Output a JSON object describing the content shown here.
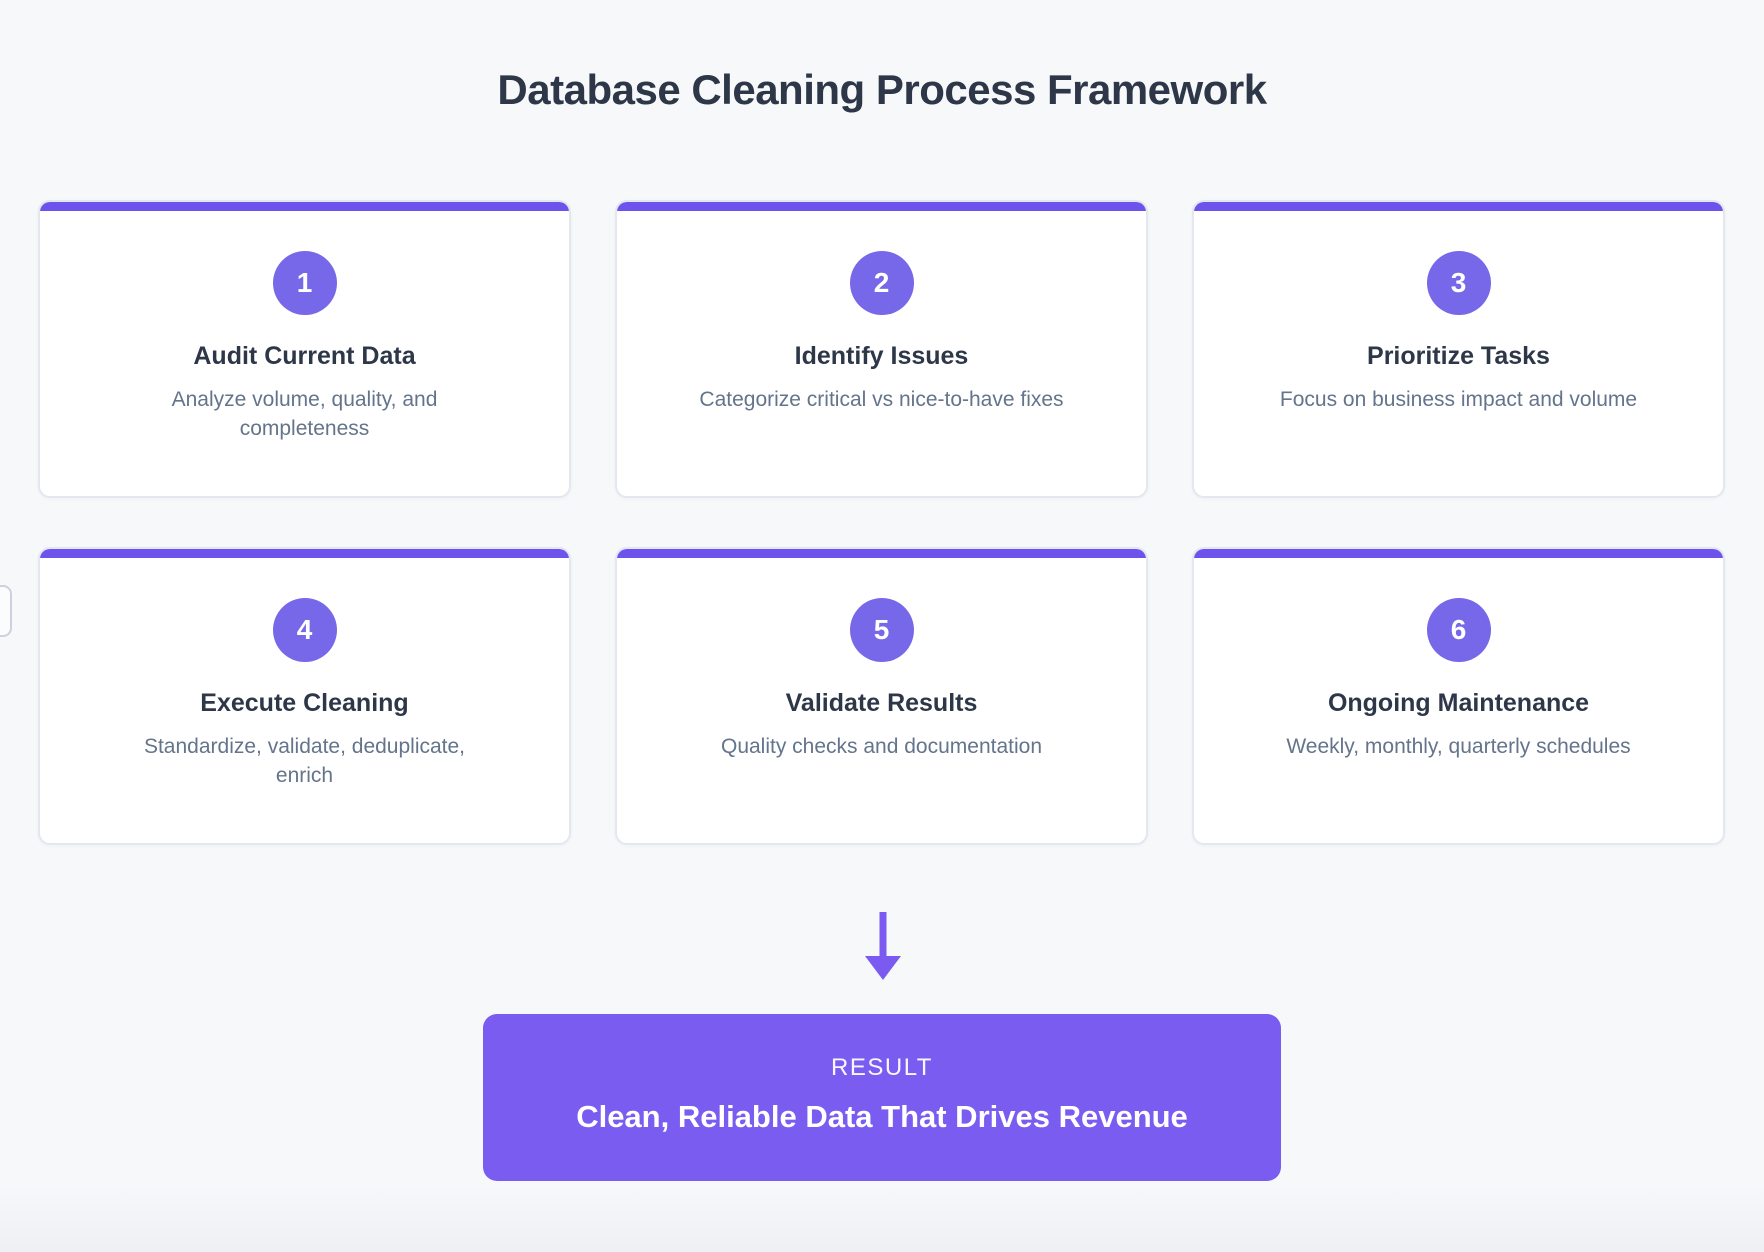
{
  "page": {
    "title": "Database Cleaning Process Framework"
  },
  "colors": {
    "background": "#f7f8fa",
    "card_border": "#e3e7f0",
    "accent_bar_purple": "#6e52ec",
    "circle_purple": "#7668e8",
    "result_purple": "#7b5cf0",
    "arrow_purple": "#7a5af0",
    "heading_text": "#2d3748",
    "description_text": "#64748b"
  },
  "steps": [
    {
      "number": "1",
      "title": "Audit Current Data",
      "description": "Analyze volume, quality, and\ncompleteness"
    },
    {
      "number": "2",
      "title": "Identify Issues",
      "description": "Categorize critical vs nice-to-have fixes"
    },
    {
      "number": "3",
      "title": "Prioritize Tasks",
      "description": "Focus on business impact and volume"
    },
    {
      "number": "4",
      "title": "Execute Cleaning",
      "description": "Standardize, validate, deduplicate,\nenrich"
    },
    {
      "number": "5",
      "title": "Validate Results",
      "description": "Quality checks and documentation"
    },
    {
      "number": "6",
      "title": "Ongoing Maintenance",
      "description": "Weekly, monthly, quarterly schedules"
    }
  ],
  "result": {
    "label": "RESULT",
    "text": "Clean, Reliable Data That Drives Revenue"
  }
}
